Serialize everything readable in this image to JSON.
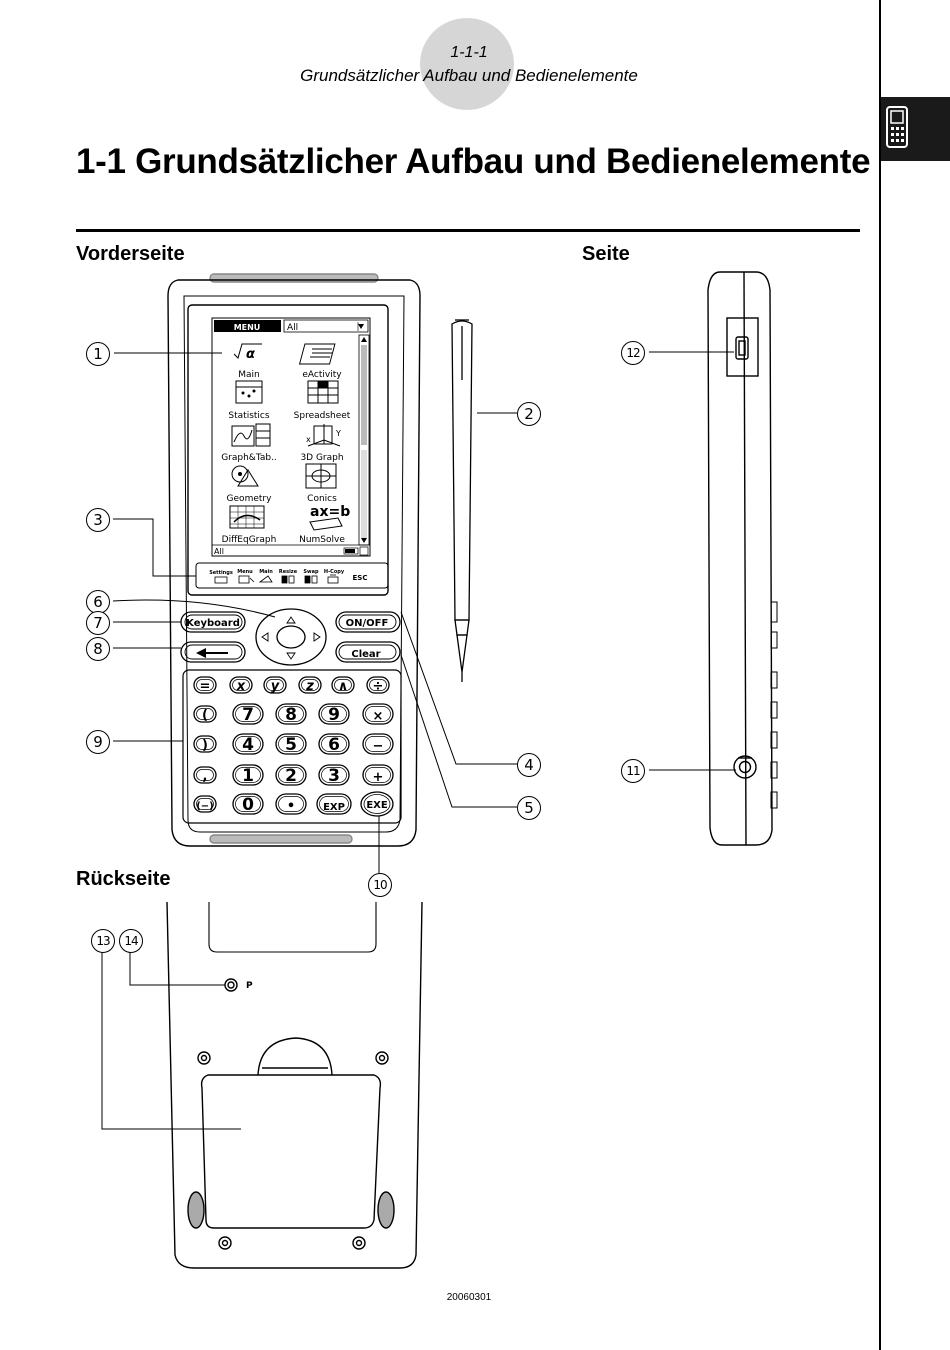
{
  "header": {
    "page_number": "1-1-1",
    "running_title": "Grundsätzlicher Aufbau und Bedienelemente"
  },
  "title": "1-1 Grundsätzlicher Aufbau und Bedienelemente",
  "sections": {
    "front": "Vorderseite",
    "side": "Seite",
    "back": "Rückseite"
  },
  "screen": {
    "menu_label": "MENU",
    "dropdown_value": "All",
    "apps": [
      "Main",
      "eActivity",
      "Statistics",
      "Spreadsheet",
      "Graph&Tab..",
      "3D Graph",
      "Geometry",
      "Conics",
      "DiffEqGraph",
      "NumSolve"
    ],
    "status_left": "All",
    "icon_row": [
      "Settings",
      "Menu",
      "Main",
      "Resize",
      "Swap",
      "H-Copy",
      "ESC"
    ]
  },
  "keys": {
    "keyboard": "Keyboard",
    "on_off": "ON/OFF",
    "clear": "Clear",
    "row1": [
      "=",
      "x",
      "y",
      "z",
      "∧",
      "÷"
    ],
    "row2": [
      "(",
      "7",
      "8",
      "9",
      "×"
    ],
    "row3": [
      ")",
      "4",
      "5",
      "6",
      "−"
    ],
    "row4": [
      ",",
      "1",
      "2",
      "3",
      "+"
    ],
    "row5": [
      "(−)",
      "0",
      "•",
      "EXP"
    ],
    "exe": "EXE"
  },
  "callouts": [
    "1",
    "2",
    "3",
    "4",
    "5",
    "6",
    "7",
    "8",
    "9",
    "10",
    "11",
    "12",
    "13",
    "14"
  ],
  "back_label_p": "P",
  "footer_code": "20060301"
}
